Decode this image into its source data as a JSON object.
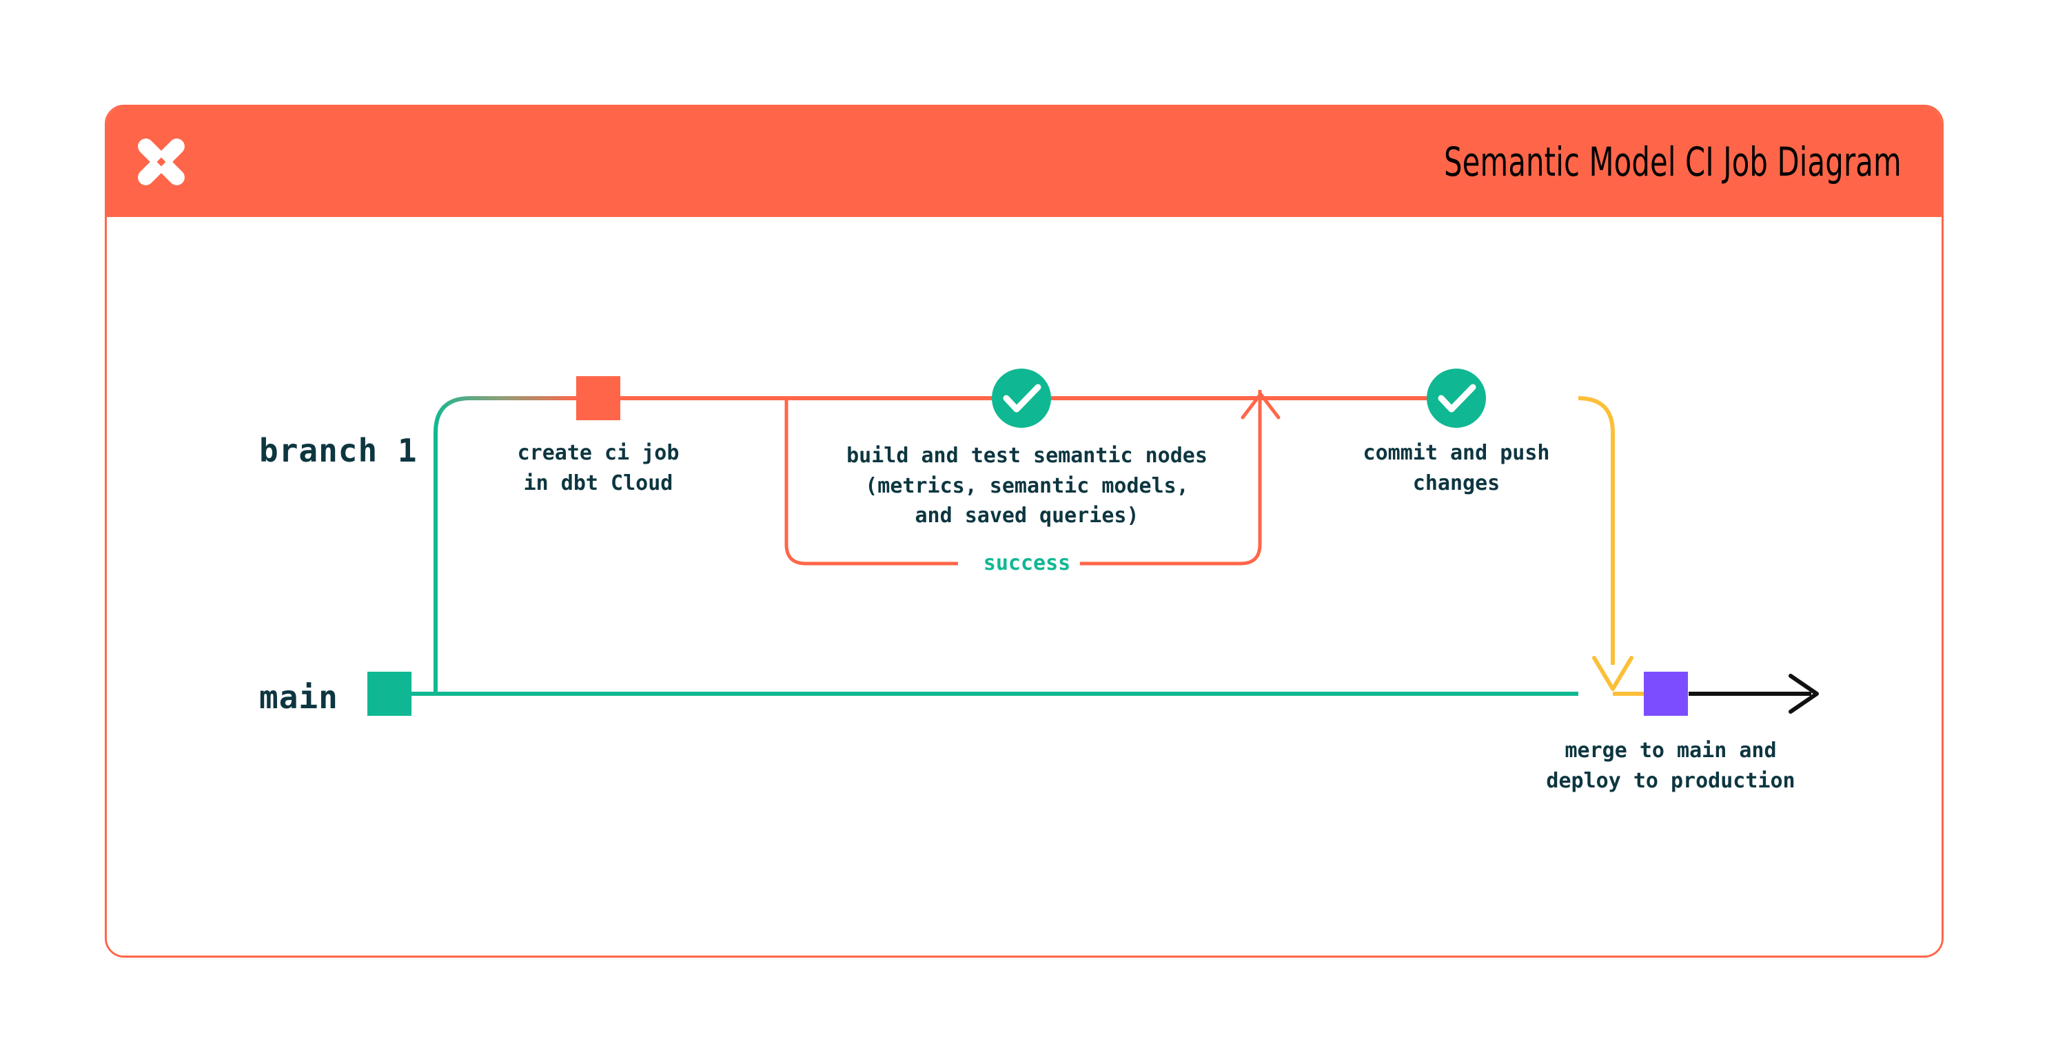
{
  "card": {
    "title": "Semantic Model CI Job Diagram",
    "logo_icon": "dbt-logo-icon",
    "header_color": "#ff6649",
    "border_color": "#ff6649",
    "body_color": "#ffffff"
  },
  "diagram": {
    "lanes": [
      {
        "id": "branch-1",
        "label": "branch 1",
        "color": "#ff6649"
      },
      {
        "id": "main",
        "label": "main",
        "color": "#0fb892"
      }
    ],
    "nodes": [
      {
        "id": "create-ci-job",
        "marker": "square",
        "marker_color": "#ff6649",
        "label": "create ci job\nin dbt Cloud"
      },
      {
        "id": "build-and-test",
        "marker": "check-circle",
        "marker_color": "#0fb892",
        "label": "build and test semantic nodes\n(metrics, semantic models,\nand saved queries)"
      },
      {
        "id": "commit-and-push",
        "marker": "check-circle",
        "marker_color": "#0fb892",
        "label": "commit and push\nchanges"
      },
      {
        "id": "merge-to-main",
        "marker": "square",
        "marker_color": "#7c4dff",
        "label": "merge to main and\ndeploy to production"
      }
    ],
    "loop": {
      "id": "success-loop",
      "label": "success",
      "label_color": "#0fb892",
      "path_color": "#ff6649"
    },
    "edges": [
      {
        "id": "branch-out",
        "from": "main",
        "to": "branch-1",
        "color_start": "#0fb892",
        "color_end": "#ff6649"
      },
      {
        "id": "merge-down",
        "from": "branch-1",
        "to": "main",
        "color": "#fcbf38"
      },
      {
        "id": "production-arrow",
        "from": "merge-to-main",
        "to": "production",
        "color": "#111111"
      }
    ],
    "colors": {
      "teal": "#0fb892",
      "coral": "#ff6649",
      "yellow": "#fcbf38",
      "purple": "#7c4dff",
      "ink": "#0d3640",
      "black": "#111111"
    }
  }
}
